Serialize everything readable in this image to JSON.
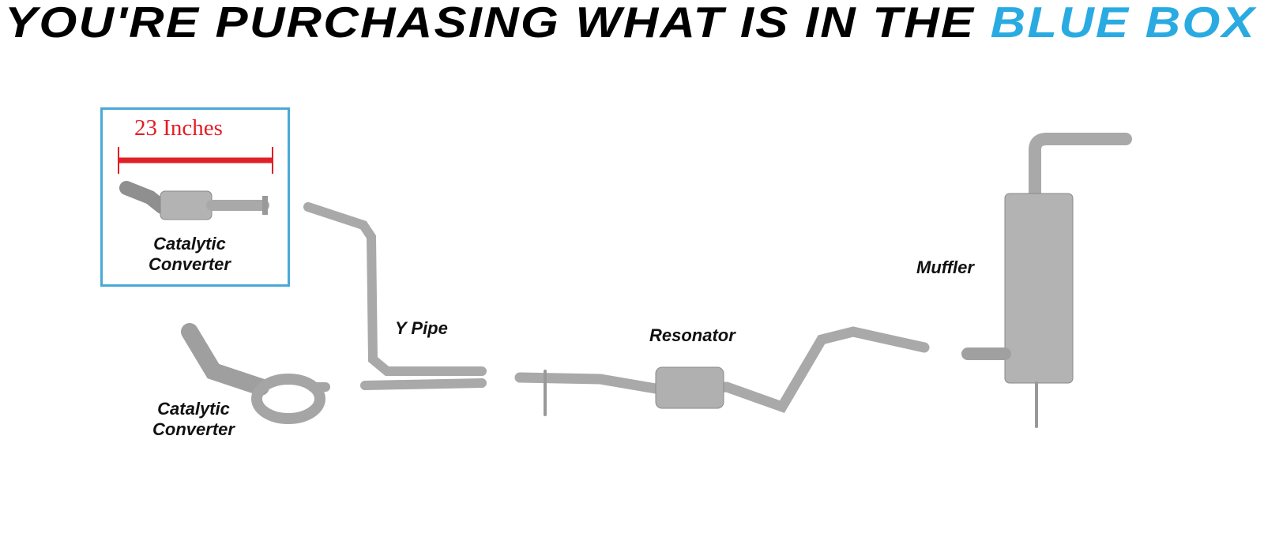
{
  "header": {
    "title_prefix": "YOU'RE PURCHASING WHAT IS IN THE",
    "title_highlight": "BLUE BOX"
  },
  "selected_part": {
    "dimension": "23 Inches",
    "label_line1": "Catalytic",
    "label_line2": "Converter"
  },
  "parts": [
    {
      "line1": "Catalytic",
      "line2": "Converter"
    },
    {
      "line1": "Y Pipe"
    },
    {
      "line1": "Resonator"
    },
    {
      "line1": "Muffler"
    }
  ],
  "colors": {
    "highlight": "#29abe2",
    "box_border": "#4aa8d8",
    "dimension": "#e11f26",
    "metal": "#a9a9a9"
  }
}
